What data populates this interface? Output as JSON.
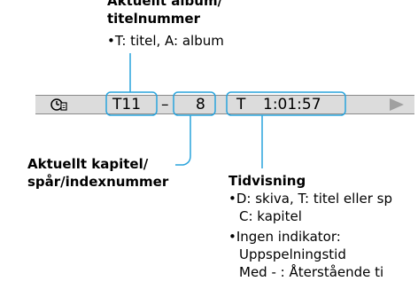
{
  "callouts": {
    "album": {
      "line1": "Aktuellt album/",
      "line2": "titelnummer",
      "note": "•T: titel, A: album"
    },
    "chapter": {
      "line1": "Aktuellt kapitel/",
      "line2": "spår/indexnummer"
    },
    "time": {
      "heading": "Tidvisning",
      "bullet1": "•D: skiva, T: titel eller sp",
      "bullet1b": "C: kapitel",
      "bullet2": "•Ingen indikator:",
      "bullet2b": "Uppspelningstid",
      "bullet2c": "Med - : Återstående ti"
    }
  },
  "display": {
    "icon": "clock-display-icon",
    "title_value": "T11",
    "separator": "–",
    "chapter_value": "8",
    "time_prefix": "T",
    "time_value": "1:01:57",
    "play_icon": "play-triangle-icon",
    "highlight_color": "#29a3dc"
  }
}
